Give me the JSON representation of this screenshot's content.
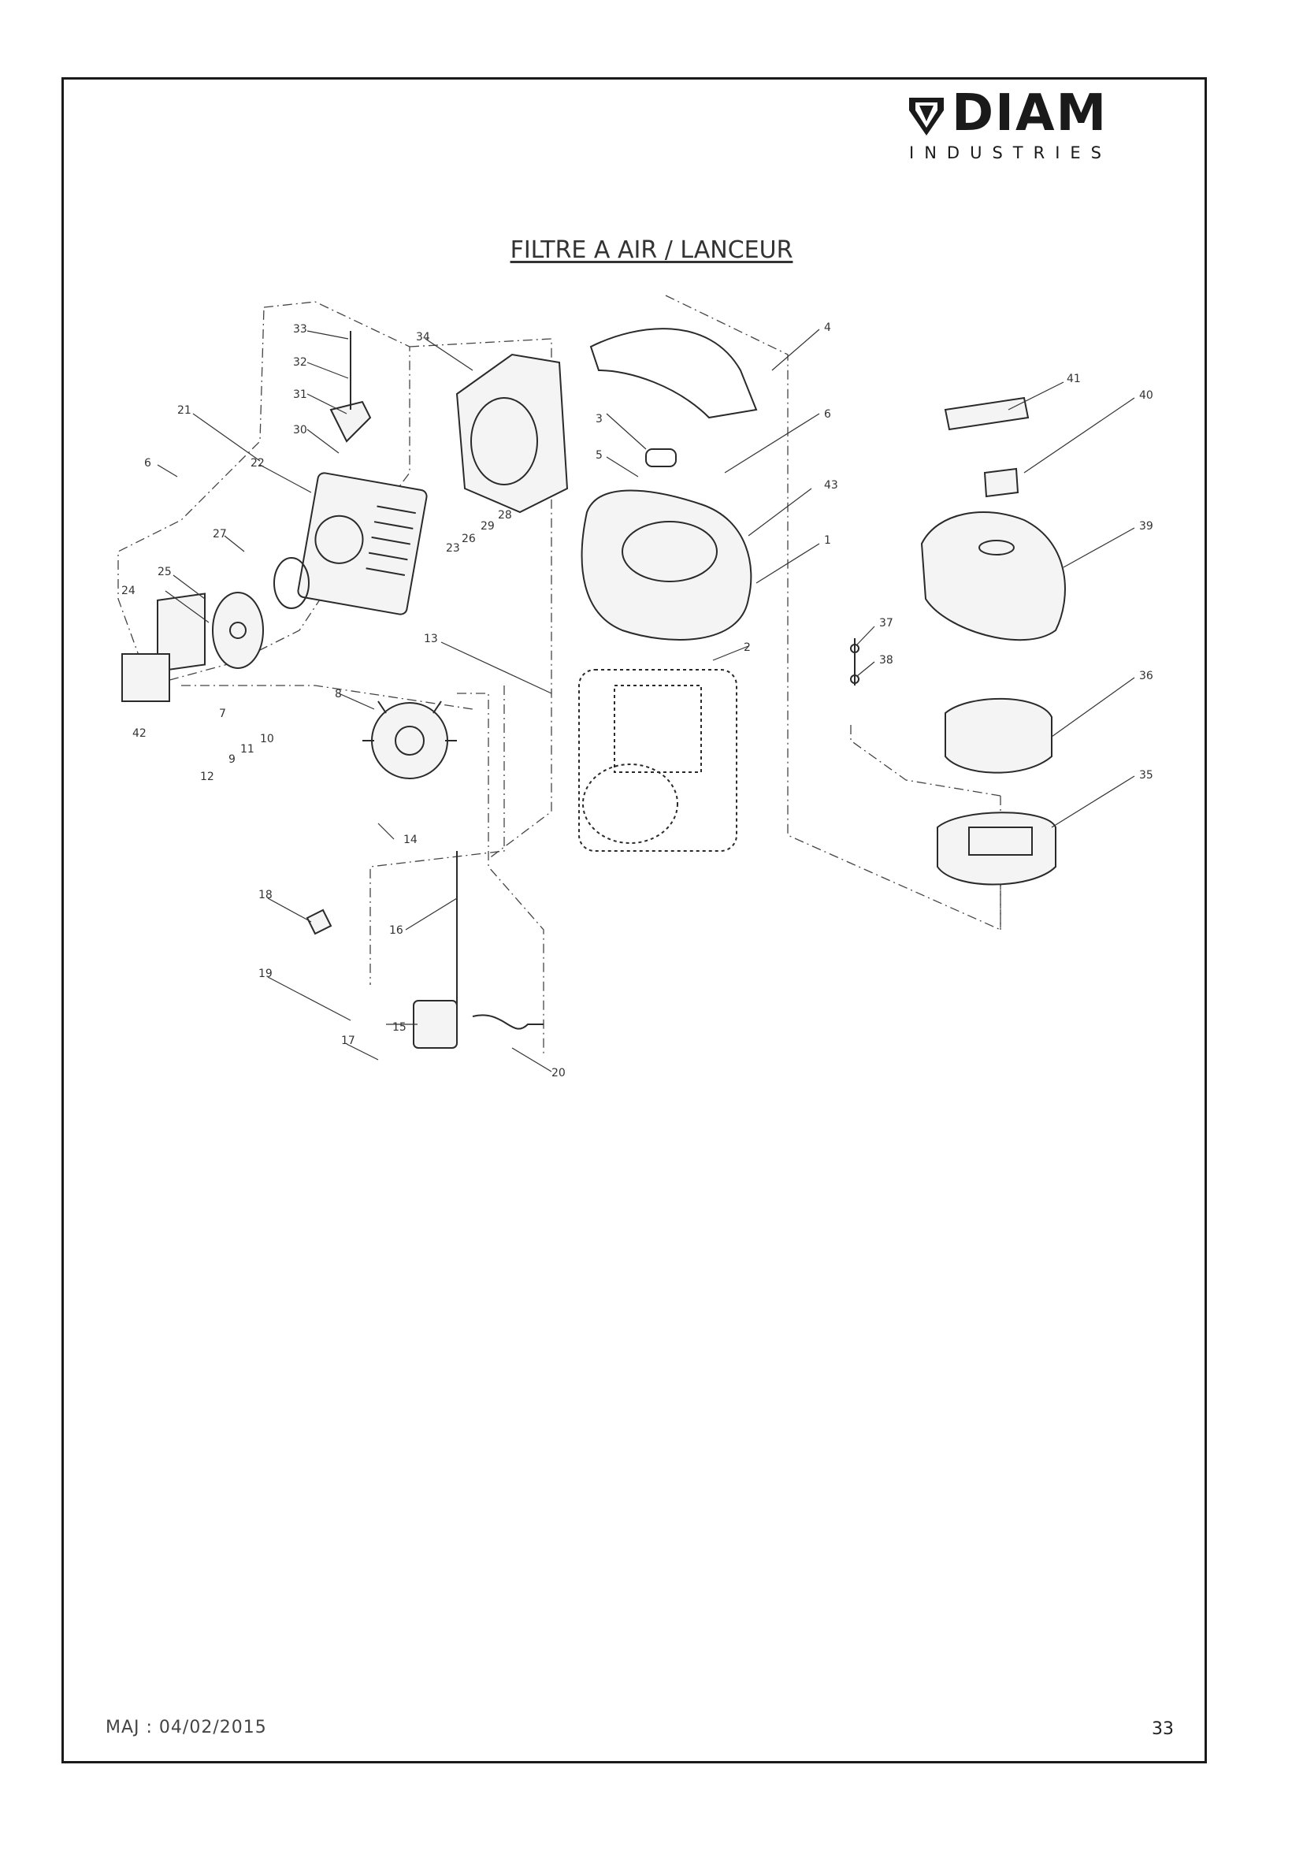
{
  "brand": {
    "name": "DIAM",
    "subtitle": "INDUSTRIES",
    "logo_icon": "diamond-shield-icon"
  },
  "title": "FILTRE A AIR / LANCEUR",
  "footer": {
    "date": "MAJ : 04/02/2015",
    "page_number": "33"
  },
  "callouts": [
    "1",
    "2",
    "3",
    "4",
    "5",
    "6",
    "6",
    "7",
    "8",
    "9",
    "10",
    "11",
    "12",
    "13",
    "14",
    "15",
    "16",
    "17",
    "18",
    "19",
    "20",
    "21",
    "22",
    "23",
    "24",
    "25",
    "26",
    "27",
    "28",
    "29",
    "30",
    "31",
    "32",
    "33",
    "34",
    "35",
    "36",
    "37",
    "38",
    "39",
    "40",
    "41",
    "42",
    "43"
  ]
}
